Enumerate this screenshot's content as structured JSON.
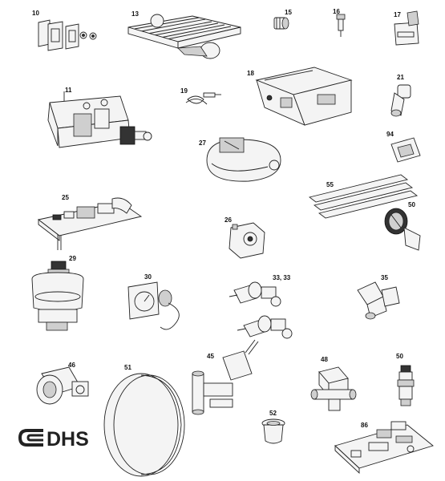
{
  "labels": {
    "p10": "10",
    "p13": "13",
    "p15": "15",
    "p16": "16",
    "p17": "17",
    "p11": "11",
    "p19": "19",
    "p18": "18",
    "p21": "21",
    "p27": "27",
    "p94": "94",
    "p25": "25",
    "p55": "55",
    "p26": "26",
    "p50a": "50",
    "p29": "29",
    "p30": "30",
    "p33": "33, 33",
    "p35": "35",
    "p46": "46",
    "p51": "51",
    "p45": "45",
    "p48": "48",
    "p50b": "50",
    "p52": "52",
    "p86": "86"
  },
  "logo": {
    "text": "DHS"
  }
}
